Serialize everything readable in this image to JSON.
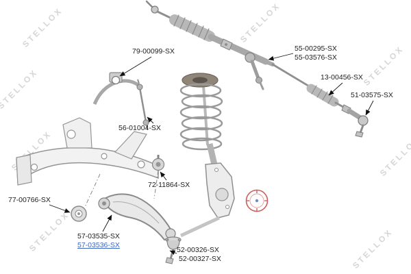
{
  "watermark": {
    "text": "STELLOX"
  },
  "labels": {
    "stabilizer_bushing": "79-00099-SX",
    "steering_rack_1": "55-00295-SX",
    "steering_rack_2": "55-03576-SX",
    "steering_boot": "13-00456-SX",
    "tie_rod_end": "51-03575-SX",
    "stabilizer_link": "56-01004-SX",
    "control_arm_bushing_rear": "72-11864-SX",
    "control_arm_bushing_front": "77-00766-SX",
    "control_arm_1": "57-03535-SX",
    "control_arm_2": "57-03536-SX",
    "ball_joint_1": "52-00326-SX",
    "ball_joint_2": "52-00327-SX"
  },
  "colors": {
    "label_text": "#1c1c1c",
    "highlight_link": "#3a66c4",
    "watermark": "#d6d6d6",
    "drawing_stroke": "#8f8f8f",
    "stamp_red": "#c84040"
  }
}
